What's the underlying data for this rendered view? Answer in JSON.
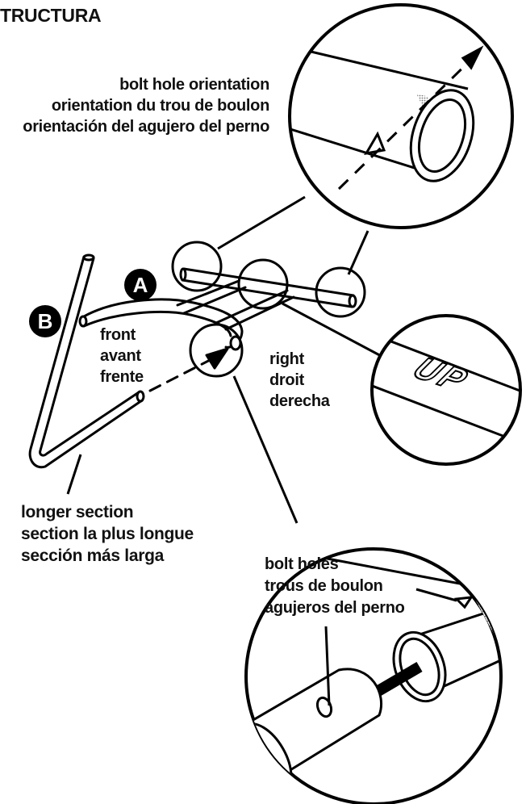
{
  "heading": "TRUCTURA",
  "bolt_hole_orientation": {
    "en": "bolt hole orientation",
    "fr": "orientation du trou de boulon",
    "es": "orientación del agujero del perno"
  },
  "front": {
    "en": "front",
    "fr": "avant",
    "es": "frente"
  },
  "right": {
    "en": "right",
    "fr": "droit",
    "es": "derecha"
  },
  "longer_section": {
    "en": "longer section",
    "fr": "section la plus longue",
    "es": "sección más larga"
  },
  "bolt_holes": {
    "en": "bolt holes",
    "fr": "trous de boulon",
    "es": "agujeros del perno"
  },
  "badges": {
    "a": "A",
    "b": "B"
  },
  "up_marking": "UP"
}
